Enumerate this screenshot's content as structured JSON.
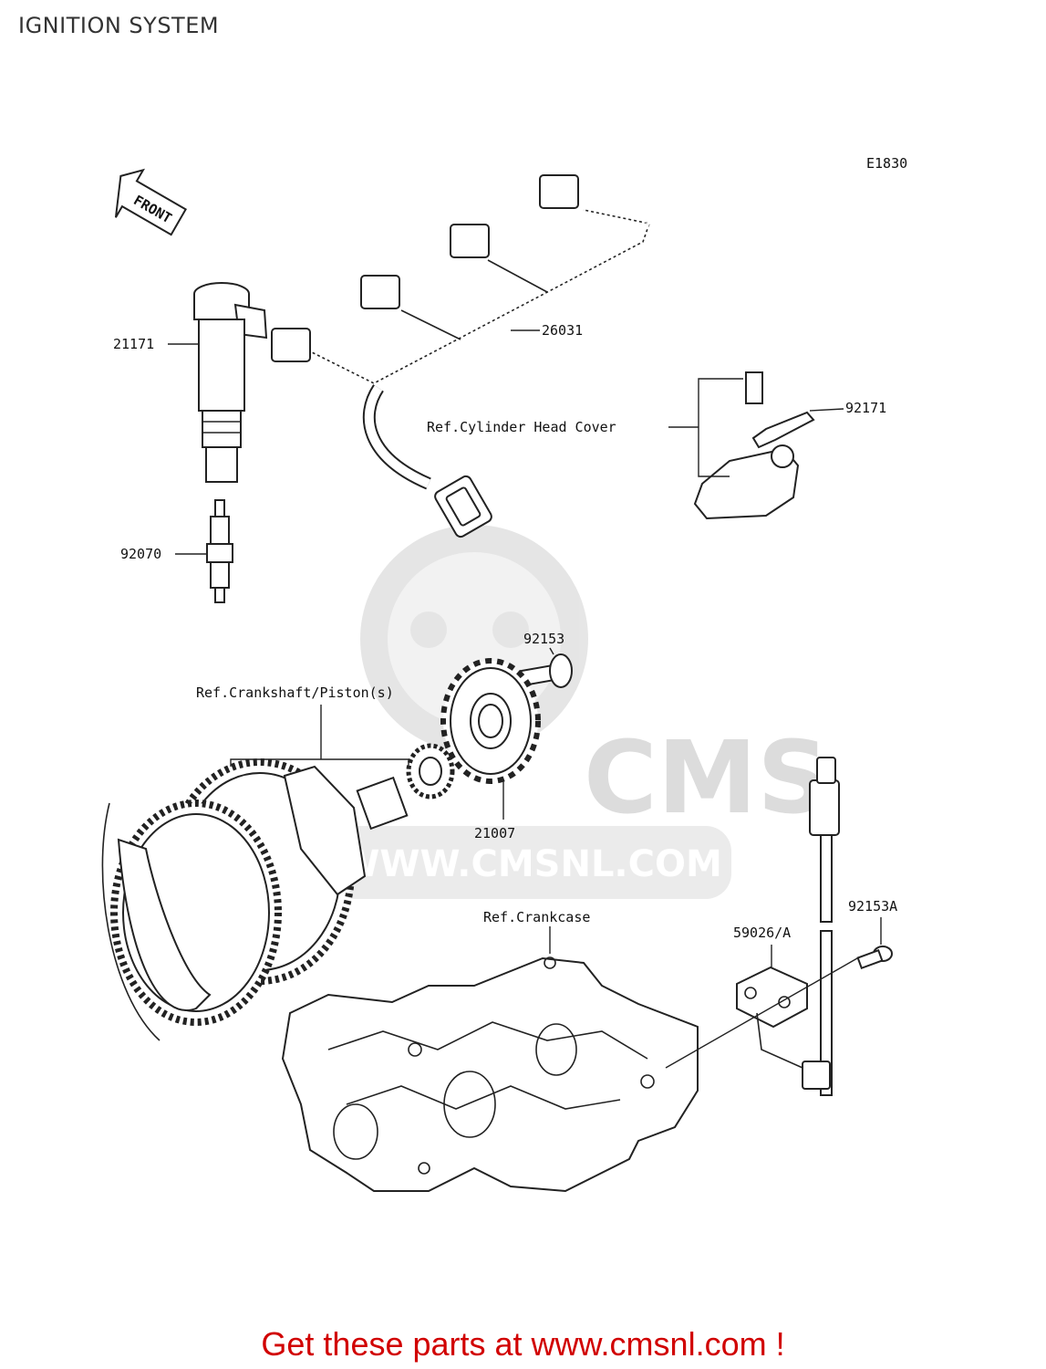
{
  "header": {
    "title": "IGNITION SYSTEM"
  },
  "diagram": {
    "code": "E1830",
    "front_label": "FRONT",
    "watermark": "WWW.CMSNL.COM",
    "watermark_logo": "CMS",
    "callouts": {
      "coil": "21171",
      "harness": "26031",
      "plug": "92070",
      "bracket": "92171",
      "bolt": "92153",
      "rotor": "21007",
      "bolt_a": "92153A",
      "sensor": "59026/A"
    },
    "refs": {
      "head_cover": "Ref.Cylinder Head Cover",
      "crankshaft": "Ref.Crankshaft/Piston(s)",
      "crankcase": "Ref.Crankcase"
    }
  },
  "footer": {
    "text": "Get these parts at www.cmsnl.com !"
  }
}
